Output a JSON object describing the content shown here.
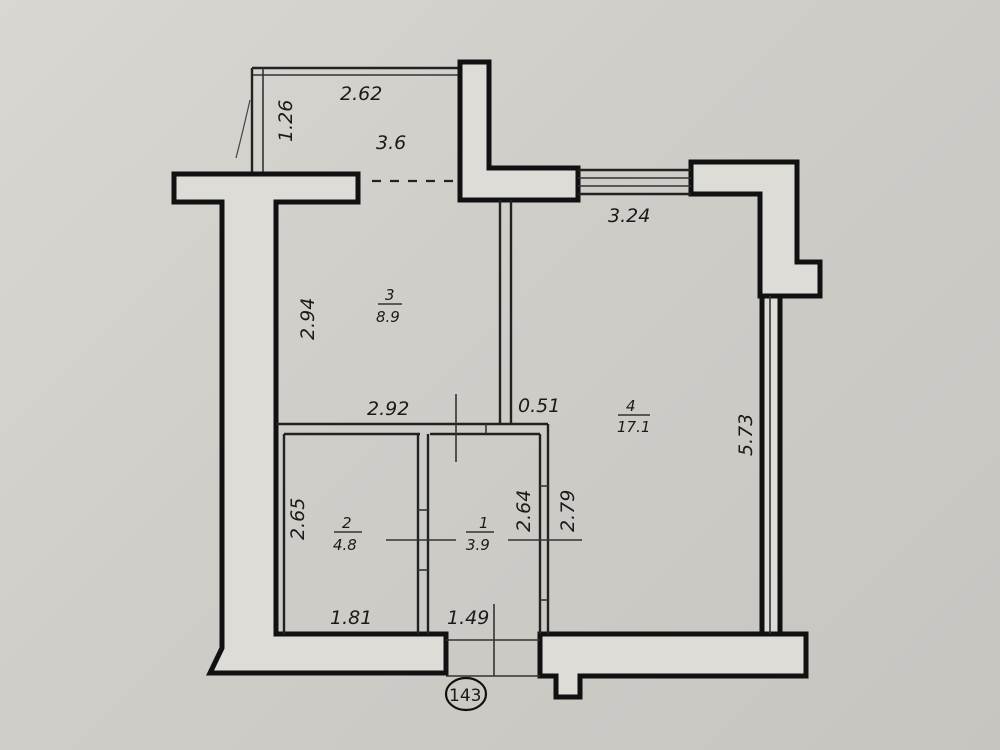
{
  "plan": {
    "balcony": {
      "dim_width": "2.62",
      "dim_depth": "1.26",
      "dim_length": "3.6"
    },
    "room3": {
      "number": "3",
      "area": "8.9",
      "dim_height": "2.94",
      "dim_width": "2.92"
    },
    "room4": {
      "number": "4",
      "area": "17.1",
      "dim_top": "3.24",
      "dim_height": "5.73",
      "dim_small": "0.51"
    },
    "room2": {
      "number": "2",
      "area": "4.8",
      "dim_height": "2.65",
      "dim_width": "1.81"
    },
    "room1": {
      "number": "1",
      "area": "3.9",
      "dim_height_a": "2.64",
      "dim_height_b": "2.79",
      "dim_width": "1.49"
    },
    "apartment_number": "143"
  }
}
